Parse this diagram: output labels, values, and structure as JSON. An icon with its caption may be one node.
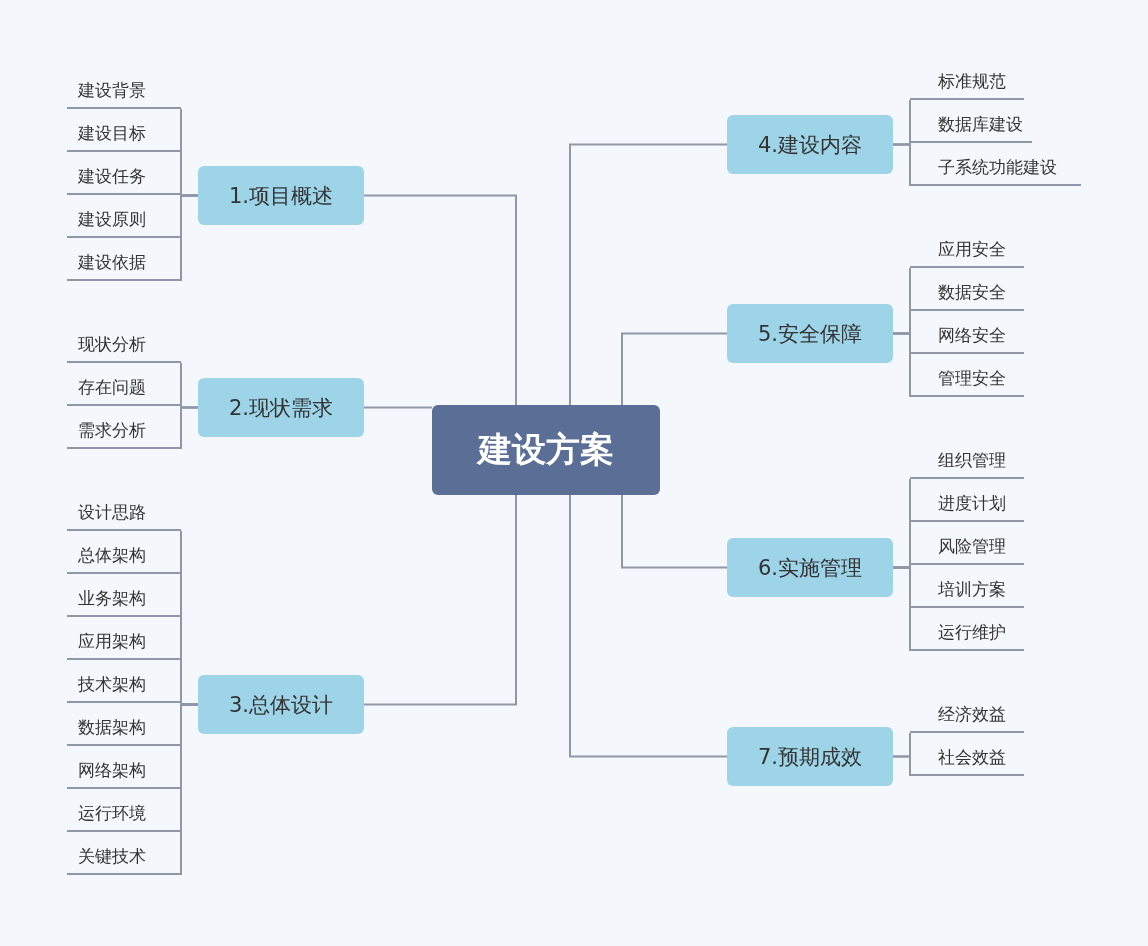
{
  "diagram": {
    "nodes": [
      {
        "text": [
          "建设方案"
        ]
      },
      {
        "text": [
          "1.项目概述"
        ]
      },
      {
        "text": [
          "建设背景"
        ]
      },
      {
        "text": [
          "建设目标"
        ]
      },
      {
        "text": [
          "建设任务"
        ]
      },
      {
        "text": [
          "建设原则"
        ]
      },
      {
        "text": [
          "建设依据"
        ]
      },
      {
        "text": [
          "2.现状需求"
        ]
      },
      {
        "text": [
          "现状分析"
        ]
      },
      {
        "text": [
          "存在问题"
        ]
      },
      {
        "text": [
          "需求分析"
        ]
      },
      {
        "text": [
          "3.总体设计"
        ]
      },
      {
        "text": [
          "设计思路"
        ]
      },
      {
        "text": [
          "总体架构"
        ]
      },
      {
        "text": [
          "业务架构"
        ]
      },
      {
        "text": [
          "应用架构"
        ]
      },
      {
        "text": [
          "技术架构"
        ]
      },
      {
        "text": [
          "数据架构"
        ]
      },
      {
        "text": [
          "网络架构"
        ]
      },
      {
        "text": [
          "运行环境"
        ]
      },
      {
        "text": [
          "关键技术"
        ]
      },
      {
        "text": [
          "4.建设内容"
        ]
      },
      {
        "text": [
          "标准规范"
        ]
      },
      {
        "text": [
          "数据库建设"
        ]
      },
      {
        "text": [
          "子系统功能建设"
        ]
      },
      {
        "text": [
          "5.安全保障"
        ]
      },
      {
        "text": [
          "应用安全"
        ]
      },
      {
        "text": [
          "数据安全"
        ]
      },
      {
        "text": [
          "网络安全"
        ]
      },
      {
        "text": [
          "管理安全"
        ]
      },
      {
        "text": [
          "6.实施管理"
        ]
      },
      {
        "text": [
          "组织管理"
        ]
      },
      {
        "text": [
          "进度计划"
        ]
      },
      {
        "text": [
          "风险管理"
        ]
      },
      {
        "text": [
          "培训方案"
        ]
      },
      {
        "text": [
          "运行维护"
        ]
      },
      {
        "text": [
          "7.预期成效"
        ]
      },
      {
        "text": [
          "经济效益"
        ]
      },
      {
        "text": [
          "社会效益"
        ]
      }
    ],
    "edges": [
      {
        "from": 0,
        "to": 1,
        "arrow": "none"
      },
      {
        "from": 0,
        "to": 7,
        "arrow": "none"
      },
      {
        "from": 0,
        "to": 11,
        "arrow": "none"
      },
      {
        "from": 0,
        "to": 21,
        "arrow": "none"
      },
      {
        "from": 0,
        "to": 25,
        "arrow": "none"
      },
      {
        "from": 0,
        "to": 30,
        "arrow": "none"
      },
      {
        "from": 0,
        "to": 36,
        "arrow": "none"
      },
      {
        "from": 1,
        "to": 2,
        "arrow": "none"
      },
      {
        "from": 1,
        "to": 3,
        "arrow": "none"
      },
      {
        "from": 1,
        "to": 4,
        "arrow": "none"
      },
      {
        "from": 1,
        "to": 5,
        "arrow": "none"
      },
      {
        "from": 1,
        "to": 6,
        "arrow": "none"
      },
      {
        "from": 7,
        "to": 8,
        "arrow": "none"
      },
      {
        "from": 7,
        "to": 9,
        "arrow": "none"
      },
      {
        "from": 7,
        "to": 10,
        "arrow": "none"
      },
      {
        "from": 11,
        "to": 12,
        "arrow": "none"
      },
      {
        "from": 11,
        "to": 13,
        "arrow": "none"
      },
      {
        "from": 11,
        "to": 14,
        "arrow": "none"
      },
      {
        "from": 11,
        "to": 15,
        "arrow": "none"
      },
      {
        "from": 11,
        "to": 16,
        "arrow": "none"
      },
      {
        "from": 11,
        "to": 17,
        "arrow": "none"
      },
      {
        "from": 11,
        "to": 18,
        "arrow": "none"
      },
      {
        "from": 11,
        "to": 19,
        "arrow": "none"
      },
      {
        "from": 11,
        "to": 20,
        "arrow": "none"
      },
      {
        "from": 21,
        "to": 22,
        "arrow": "none"
      },
      {
        "from": 21,
        "to": 23,
        "arrow": "none"
      },
      {
        "from": 21,
        "to": 24,
        "arrow": "none"
      },
      {
        "from": 25,
        "to": 26,
        "arrow": "none"
      },
      {
        "from": 25,
        "to": 27,
        "arrow": "none"
      },
      {
        "from": 25,
        "to": 28,
        "arrow": "none"
      },
      {
        "from": 25,
        "to": 29,
        "arrow": "none"
      },
      {
        "from": 30,
        "to": 31,
        "arrow": "none"
      },
      {
        "from": 30,
        "to": 32,
        "arrow": "none"
      },
      {
        "from": 30,
        "to": 33,
        "arrow": "none"
      },
      {
        "from": 30,
        "to": 34,
        "arrow": "none"
      },
      {
        "from": 30,
        "to": 35,
        "arrow": "none"
      },
      {
        "from": 36,
        "to": 37,
        "arrow": "none"
      },
      {
        "from": 36,
        "to": 38,
        "arrow": "none"
      }
    ]
  }
}
